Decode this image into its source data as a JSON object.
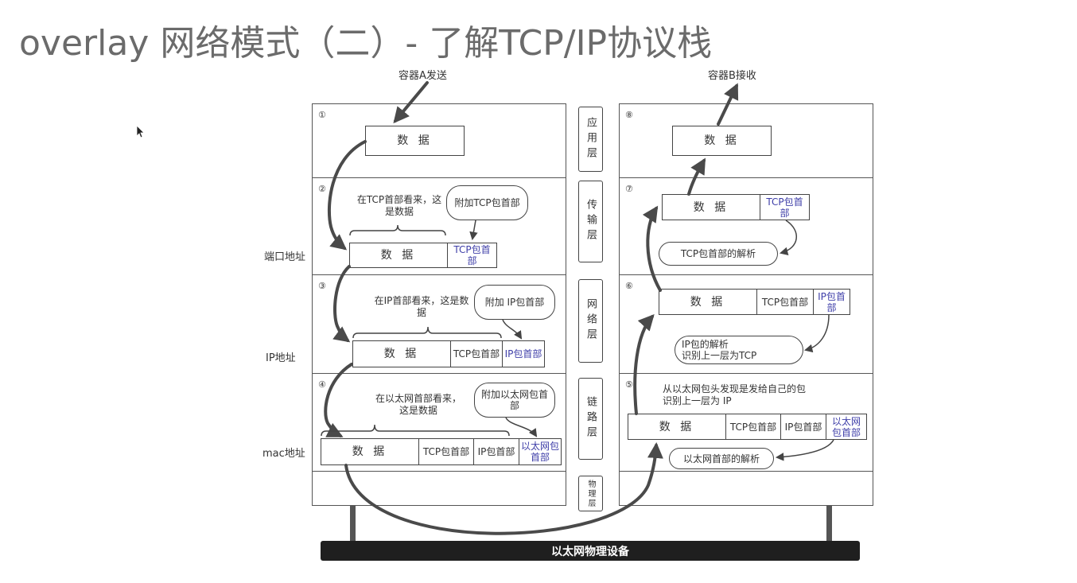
{
  "title": "overlay 网络模式（二）- 了解TCP/IP协议栈",
  "sender_label": "容器A发送",
  "receiver_label": "容器B接收",
  "side_labels": {
    "port": "端口地址",
    "ip": "IP地址",
    "mac": "mac地址"
  },
  "layers": [
    "应用层",
    "传输层",
    "网络层",
    "链路层",
    "物理层"
  ],
  "step_numbers": [
    "①",
    "②",
    "③",
    "④",
    "⑤",
    "⑥",
    "⑦",
    "⑧"
  ],
  "packet": {
    "data": "数 据",
    "tcp_header": "TCP包首部",
    "ip_header": "IP包首部",
    "eth_header": "以太网包首部"
  },
  "notes": {
    "tcp_view": "在TCP首部看来，这是数据",
    "ip_view": "在IP首部看来，这是数据",
    "eth_view": "在以太网首部看来，这是数据",
    "add_tcp": "附加TCP包首部",
    "add_ip": "附加 IP包首部",
    "add_eth": "附加以太网包首部",
    "parse_tcp": "TCP包首部的解析",
    "parse_ip_1": "IP包的解析",
    "parse_ip_2": "识别上一层为TCP",
    "eth_detect_1": "从以太网包头发现是发给自己的包",
    "eth_detect_2": "识别上一层为 IP",
    "parse_eth": "以太网首部的解析"
  },
  "device_label": "以太网物理设备",
  "colors": {
    "title": "#6b6b6b",
    "header_blue": "#3e3ea8",
    "device_bg": "#1f1f1f"
  }
}
